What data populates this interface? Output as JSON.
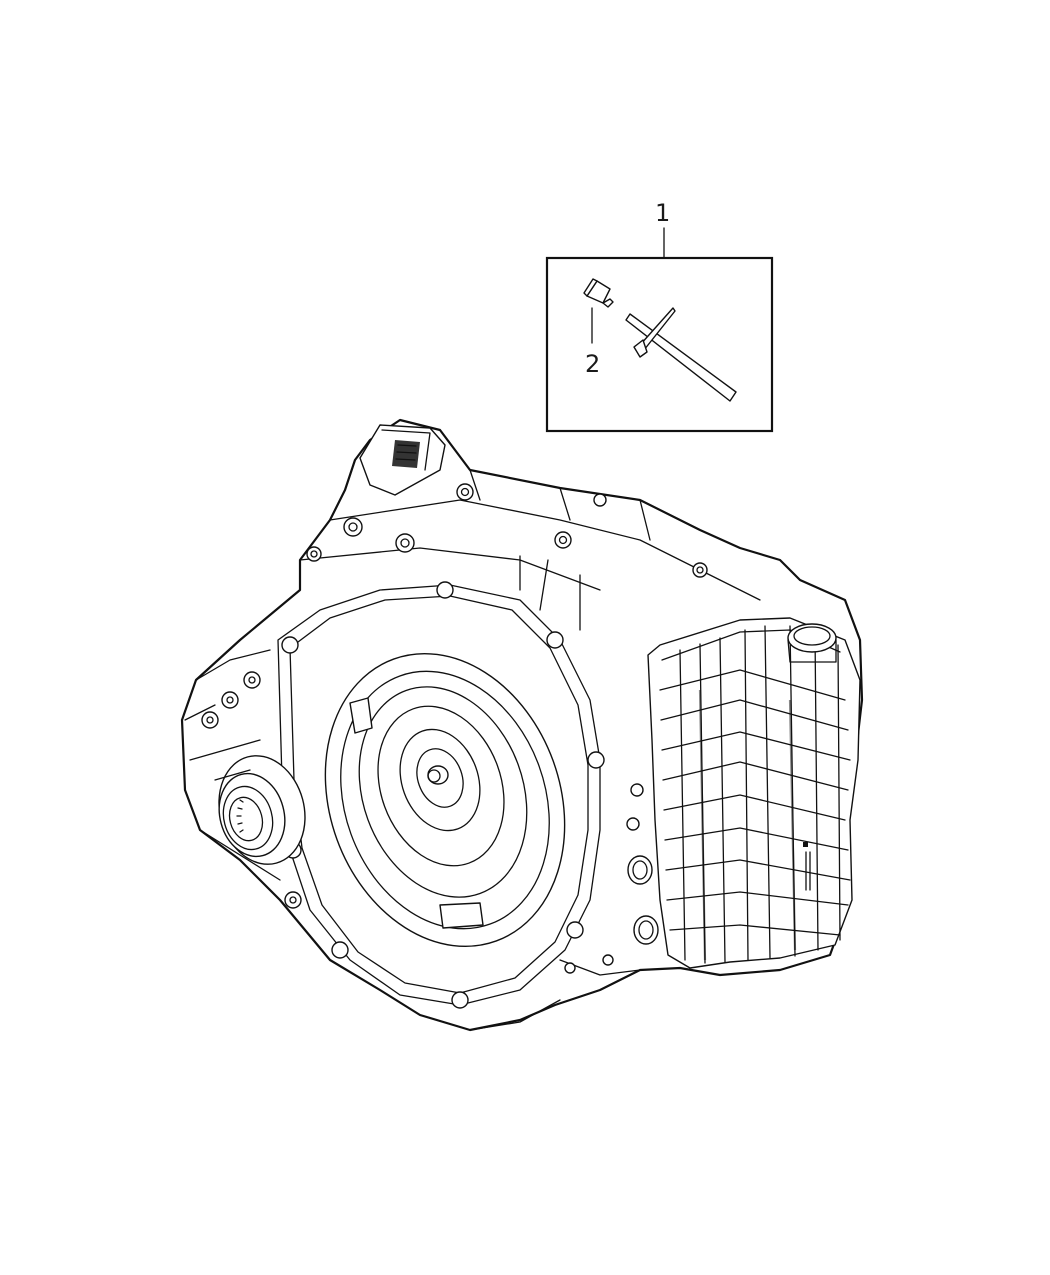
{
  "diagram": {
    "type": "exploded parts diagram",
    "subject": "automatic transaxle assembly",
    "callouts": [
      {
        "id": "1",
        "label": "1",
        "target": "inset kit box (dipstick / indicator kit)"
      },
      {
        "id": "2",
        "label": "2",
        "target": "cap / plug within kit"
      }
    ],
    "colors": {
      "background": "#ffffff",
      "linework": "#111111"
    }
  }
}
